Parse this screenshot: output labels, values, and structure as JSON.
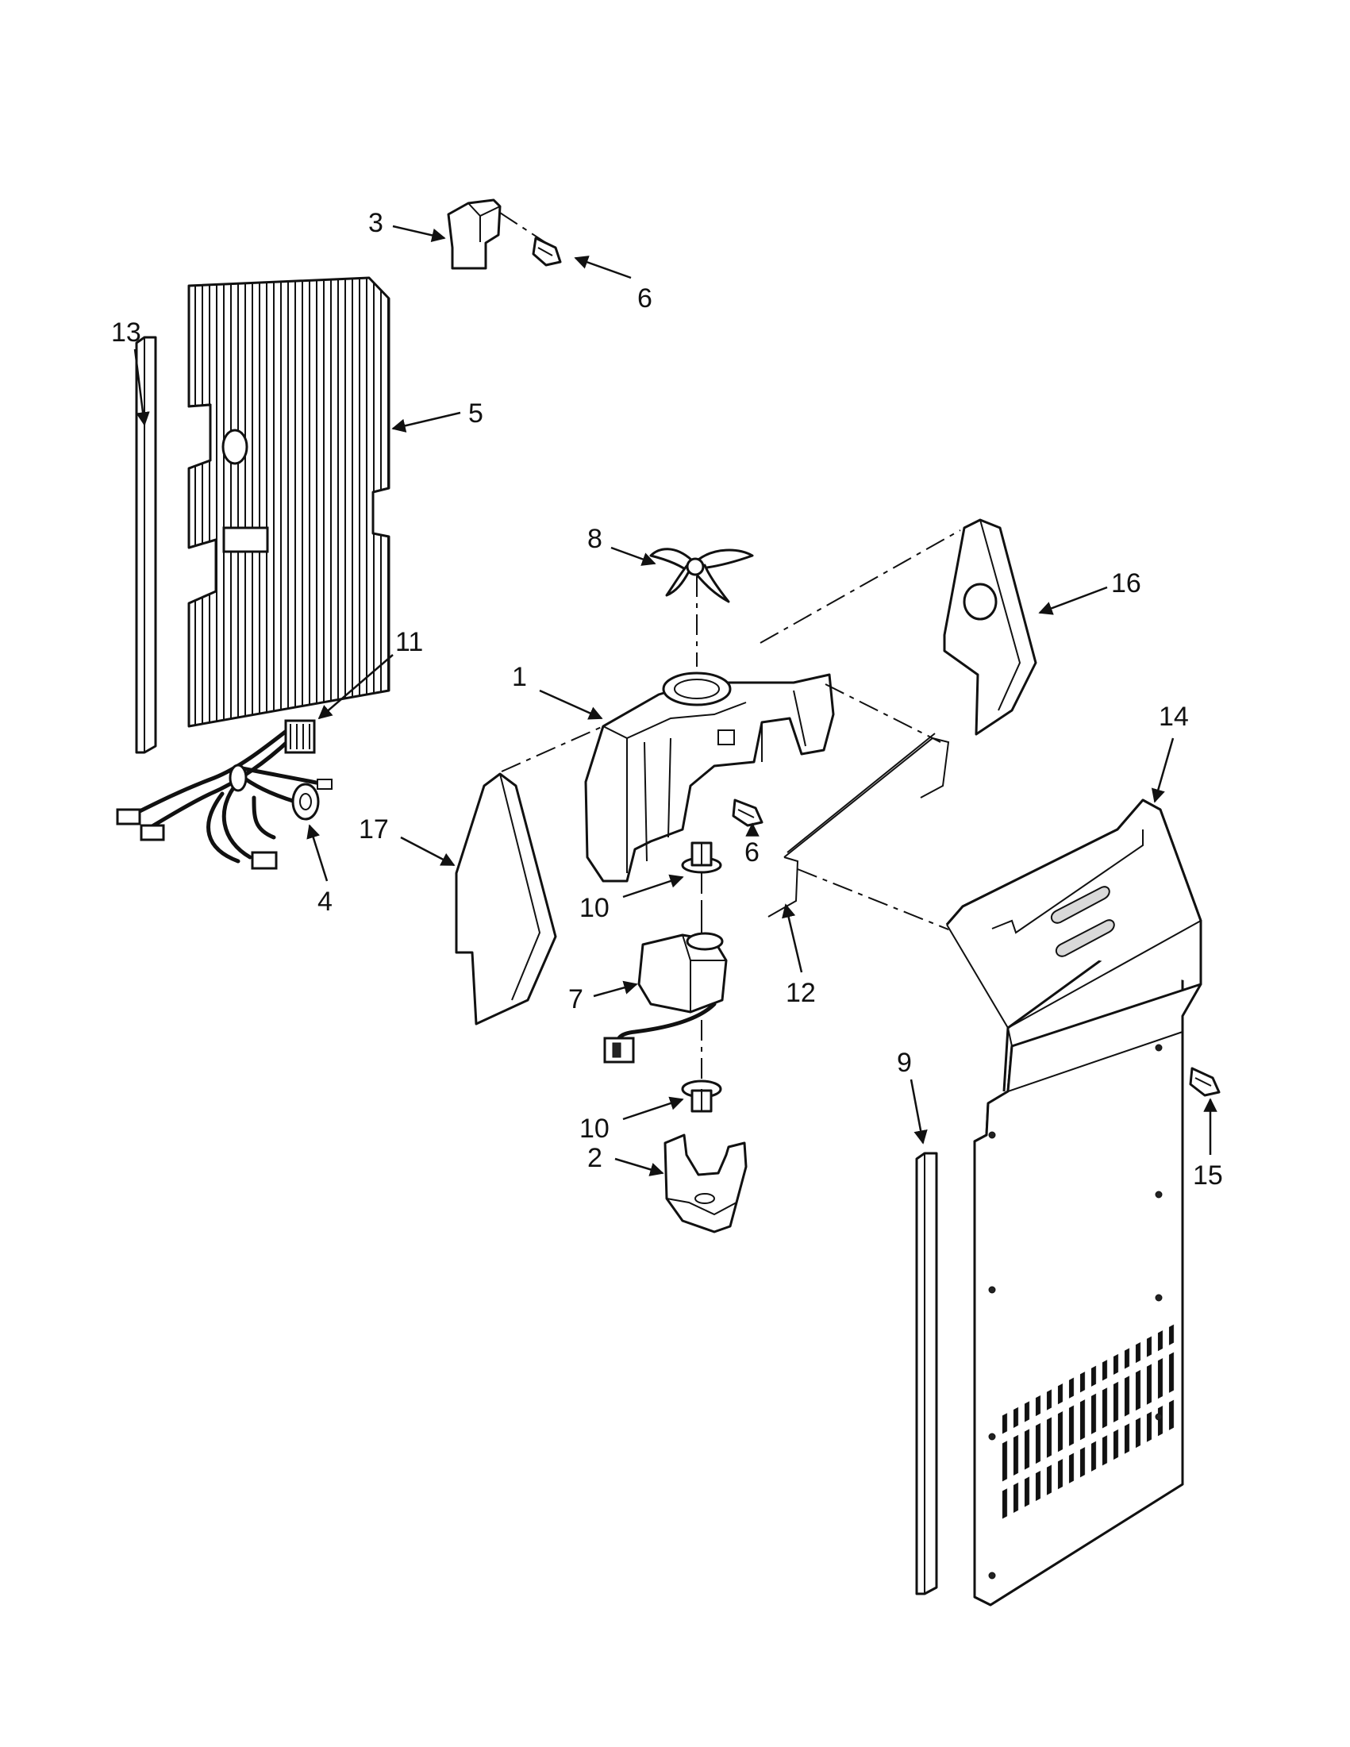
{
  "callouts": [
    {
      "id": "c1",
      "text": "1"
    },
    {
      "id": "c2",
      "text": "2"
    },
    {
      "id": "c3",
      "text": "3"
    },
    {
      "id": "c4",
      "text": "4"
    },
    {
      "id": "c5",
      "text": "5"
    },
    {
      "id": "c6a",
      "text": "6"
    },
    {
      "id": "c6b",
      "text": "6"
    },
    {
      "id": "c7",
      "text": "7"
    },
    {
      "id": "c8",
      "text": "8"
    },
    {
      "id": "c9",
      "text": "9"
    },
    {
      "id": "c10a",
      "text": "10"
    },
    {
      "id": "c10b",
      "text": "10"
    },
    {
      "id": "c11",
      "text": "11"
    },
    {
      "id": "c12",
      "text": "12"
    },
    {
      "id": "c13",
      "text": "13"
    },
    {
      "id": "c14",
      "text": "14"
    },
    {
      "id": "c15",
      "text": "15"
    },
    {
      "id": "c16",
      "text": "16"
    },
    {
      "id": "c17",
      "text": "17"
    }
  ]
}
